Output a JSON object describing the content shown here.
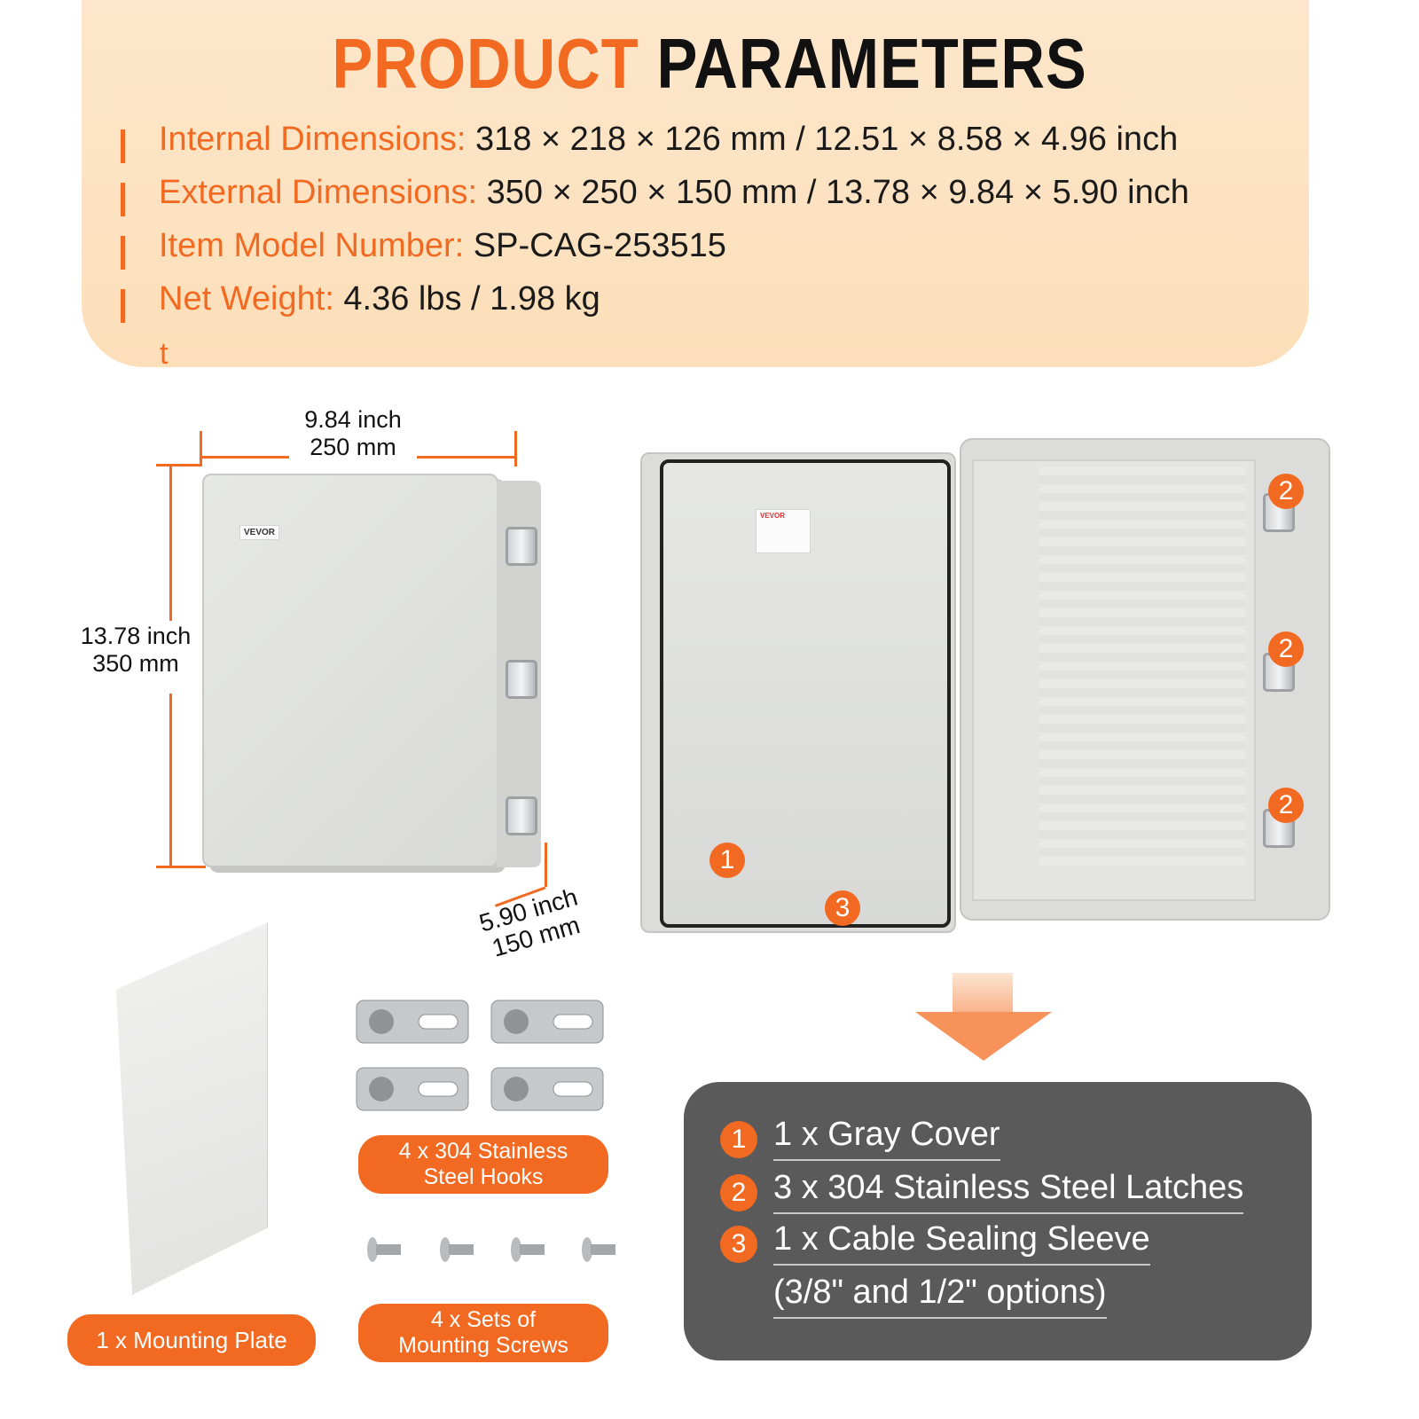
{
  "title": {
    "accent": "PRODUCT",
    "main": "PARAMETERS"
  },
  "params": [
    {
      "label": "Internal Dimensions:",
      "value": "  318 × 218 × 126 mm / 12.51 × 8.58 × 4.96 inch"
    },
    {
      "label": "External Dimensions:",
      "value": " 350 × 250 × 150 mm / 13.78 × 9.84 × 5.90 inch"
    },
    {
      "label": "Item Model Number:",
      "value": " SP-CAG-253515"
    },
    {
      "label": "Net Weight:",
      "value": " 4.36 lbs / 1.98 kg"
    }
  ],
  "stray_char": "t",
  "dimensions": {
    "width": {
      "inch": "9.84 inch",
      "mm": "250 mm"
    },
    "height": {
      "inch": "13.78 inch",
      "mm": "350 mm"
    },
    "depth": {
      "inch": "5.90 inch",
      "mm": "150 mm"
    }
  },
  "brand_label": "VEVOR",
  "badges": {
    "cover": "1",
    "latch": "2",
    "sleeve": "3"
  },
  "accessories": {
    "plate": "1 x Mounting Plate",
    "hooks": [
      "4 x 304 Stainless",
      "Steel Hooks"
    ],
    "screws": [
      "4 x Sets of",
      "Mounting Screws"
    ]
  },
  "parts": [
    {
      "num": "1",
      "text": "1 x Gray Cover"
    },
    {
      "num": "2",
      "text": "3 x 304 Stainless Steel Latches"
    },
    {
      "num": "3",
      "text": "1 x Cable Sealing Sleeve"
    },
    {
      "num": "",
      "text": "(3/8\" and 1/2\" options)"
    }
  ],
  "colors": {
    "accent": "#f26a21",
    "panel_bg": "#fde7cd",
    "parts_bg": "#5a5a5a"
  }
}
